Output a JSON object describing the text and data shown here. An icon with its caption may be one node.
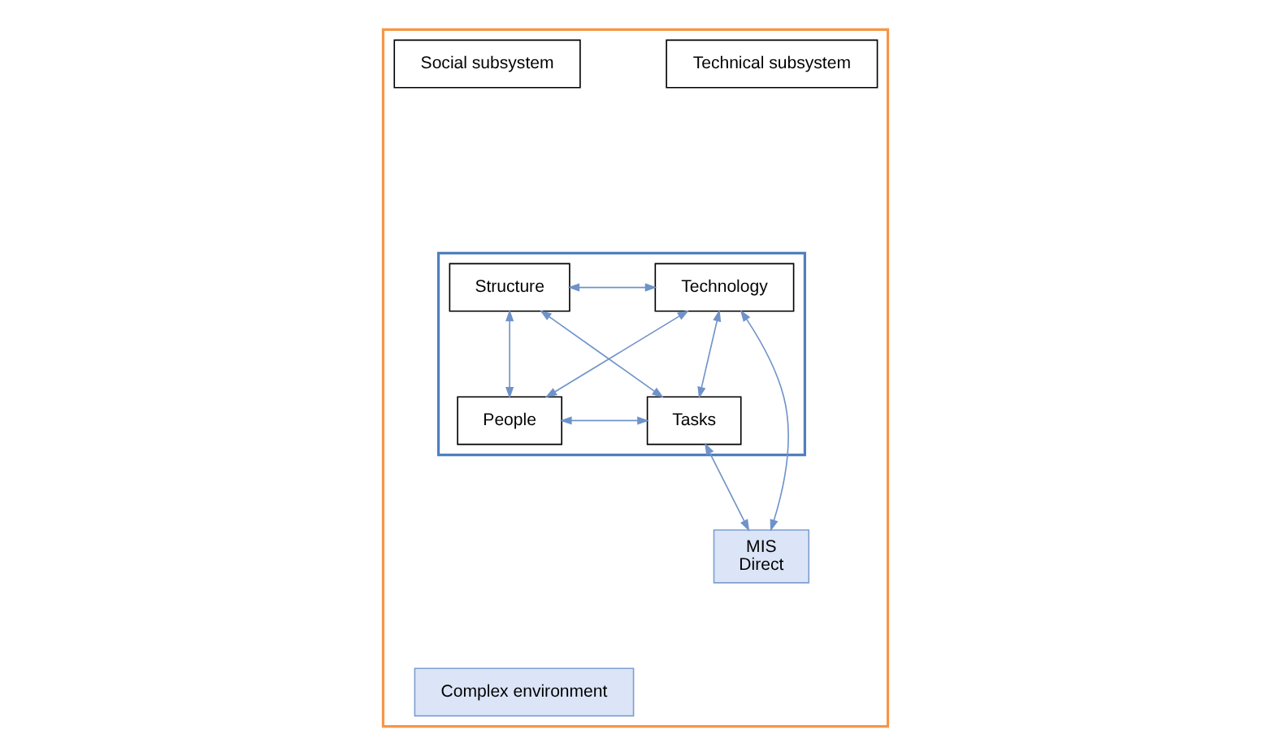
{
  "diagram": {
    "nodes": [
      {
        "text": [],
        "shape": "box"
      },
      {
        "text": [
          "Social subsystem"
        ],
        "in": 0
      },
      {
        "text": [
          "Technical subsystem"
        ],
        "in": 0
      },
      {
        "text": [],
        "shape": "box",
        "in": 0
      },
      {
        "text": [
          "Structure"
        ],
        "in": 3
      },
      {
        "text": [
          "Technology"
        ],
        "in": 3
      },
      {
        "text": [
          "People"
        ],
        "in": 3
      },
      {
        "text": [
          "Tasks"
        ],
        "in": 3
      },
      {
        "text": [
          "MIS",
          "Direct"
        ],
        "in": 0
      },
      {
        "text": [
          "Complex environment"
        ],
        "in": 0
      }
    ],
    "edges": [
      {
        "from": 4,
        "to": 5,
        "arrow": "both"
      },
      {
        "from": 4,
        "to": 6,
        "arrow": "both"
      },
      {
        "from": 5,
        "to": 7,
        "arrow": "both"
      },
      {
        "from": 6,
        "to": 7,
        "arrow": "both"
      },
      {
        "from": 4,
        "to": 7,
        "arrow": "both"
      },
      {
        "from": 5,
        "to": 6,
        "arrow": "both"
      },
      {
        "from": 5,
        "to": 8,
        "arrow": "both"
      },
      {
        "from": 7,
        "to": 8,
        "arrow": "both"
      }
    ]
  }
}
